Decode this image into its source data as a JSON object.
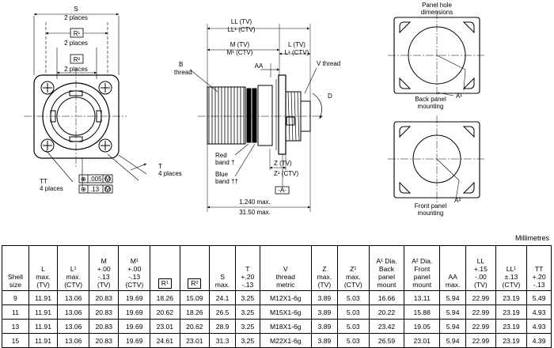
{
  "drawing": {
    "front": {
      "s": "S",
      "s_places": "2 places",
      "r1": "R¹",
      "r1_places": "2 places",
      "r2": "R²",
      "r2_places": "2 places",
      "tt": "TT",
      "tt_places": "4 places",
      "t": "T",
      "t_places": "4 places",
      "tol1": ".005",
      "tol1_mod": "M",
      "tol2": ".13",
      "tol2_mod": "M"
    },
    "side": {
      "ll_tv": "LL (TV)",
      "ll1_ctv": "LL¹ (CTV)",
      "m_tv": "M (TV)",
      "m1_ctv": "M¹ (CTV)",
      "l_tv": "L (TV)",
      "l1_ctv": "L¹ (CTV)",
      "aa": "AA",
      "v_thread": "V  thread",
      "b": "B",
      "b_thread": "thread",
      "d": "D",
      "red_band": "Red",
      "red_band2": "band †",
      "blue_band": "Blue",
      "blue_band2": "band ††",
      "z_tv": "Z (TV)",
      "z1_ctv": "Z¹ (CTV)",
      "datum": "-A-",
      "len_in": "1.240 max.",
      "len_mm": "31.50 max."
    },
    "panel": {
      "title1": "Panel hole",
      "title2": "dimensions",
      "a1": "A¹",
      "back1": "Back panel",
      "back2": "mounting",
      "a2": "A²",
      "front1": "Front panel",
      "front2": "mounting"
    }
  },
  "units": "Millimetres",
  "table": {
    "headers": [
      [
        "Shell",
        "size"
      ],
      [
        "L",
        "max.",
        "(TV)"
      ],
      [
        "L¹",
        "max.",
        "(CTV)"
      ],
      [
        "M",
        "+.00",
        "-.13",
        "(TV)"
      ],
      [
        "M¹",
        "+.00",
        "-.13",
        "(CTV)"
      ],
      [
        "R¹"
      ],
      [
        "R²"
      ],
      [
        "S",
        "max."
      ],
      [
        "T",
        "+.20",
        "-.13"
      ],
      [
        "V",
        "thread",
        "metric"
      ],
      [
        "Z",
        "max.",
        "(TV)"
      ],
      [
        "Z¹",
        "max.",
        "(CTV)"
      ],
      [
        "A¹ Dia.",
        "Back",
        "panel",
        "mount"
      ],
      [
        "A² Dia.",
        "Front",
        "panel",
        "mount"
      ],
      [
        "AA",
        "max."
      ],
      [
        "LL",
        "+.15",
        "-.00",
        "(TV)"
      ],
      [
        "LL¹",
        "±.13",
        "(CTV)"
      ],
      [
        "TT",
        "+.20",
        "-.13"
      ]
    ],
    "rows": [
      [
        "9",
        "11.91",
        "13.06",
        "20.83",
        "19.69",
        "18.26",
        "15.09",
        "24.1",
        "3.25",
        "M12X1-6g",
        "3.89",
        "5.03",
        "16.66",
        "13.11",
        "5.94",
        "22.99",
        "23.19",
        "5.49"
      ],
      [
        "11",
        "11.91",
        "13.06",
        "20.83",
        "19.69",
        "20.62",
        "18.26",
        "26.5",
        "3.25",
        "M15X1-6g",
        "3.89",
        "5.03",
        "20.22",
        "15.88",
        "5.94",
        "22.99",
        "23.19",
        "4.93"
      ],
      [
        "13",
        "11.91",
        "13.06",
        "20.83",
        "19.69",
        "23.01",
        "20.62",
        "28.9",
        "3.25",
        "M18X1-6g",
        "3.89",
        "5.03",
        "23.42",
        "19.05",
        "5.94",
        "22.99",
        "23.19",
        "4.93"
      ],
      [
        "15",
        "11.91",
        "13.06",
        "20.83",
        "19.69",
        "24.61",
        "23.01",
        "31.3",
        "3.25",
        "M22X1-6g",
        "3.89",
        "5.03",
        "26.59",
        "23.01",
        "5.94",
        "22.99",
        "23.19",
        "4.39"
      ]
    ]
  }
}
